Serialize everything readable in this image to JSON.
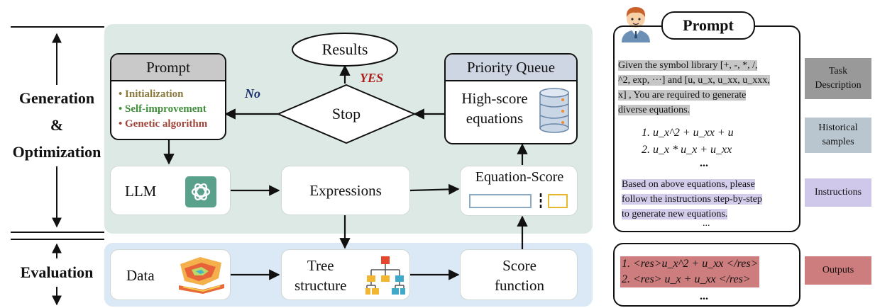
{
  "side": {
    "gen_line1": "Generation",
    "gen_amp": "&",
    "gen_line3": "Optimization",
    "eval": "Evaluation"
  },
  "flow": {
    "results": "Results",
    "yes": "YES",
    "no": "No",
    "stop": "Stop",
    "prompt_title": "Prompt",
    "bullets": [
      "Initialization",
      "Self-improvement",
      "Genetic algorithm"
    ],
    "pq_title": "Priority Queue",
    "pq_line1": "High-score",
    "pq_line2": "equations",
    "llm": "LLM",
    "expressions": "Expressions",
    "eqscore": "Equation-Score",
    "data": "Data",
    "tree_line1": "Tree",
    "tree_line2": "structure",
    "score_line1": "Score",
    "score_line2": "function"
  },
  "right": {
    "prompt_title": "Prompt",
    "task_lines": [
      "Given the symbol library [+, -, *, /,",
      "^2, exp, ···] and [u, u_x, u_xx, u_xxx,",
      "x] , You are required to generate",
      "diverse equations."
    ],
    "hist1": "1. u_x^2 + u_xx + u",
    "hist2": "2. u_x * u_x + u_xx",
    "ellipsis": "...",
    "instr_lines": [
      "Based on above equations, please",
      "follow the instructions step-by-step",
      "to generate new equations."
    ],
    "ellipsis2": "...",
    "out1": "1. <res>u_x^2 + u_xx </res>",
    "out2": "2. <res> u_x  + u_xx </res>",
    "out_ellipsis": "...",
    "tags": {
      "task1": "Task",
      "task2": "Description",
      "hist_l1": "Historical",
      "hist_l2": "samples",
      "instructions": "Instructions",
      "outputs": "Outputs"
    }
  },
  "colors": {
    "gen_panel": "#dde9e4",
    "eval_panel": "#dbe8f5",
    "yes": "#b01b1b",
    "no": "#1c2f6e",
    "init": "#8b7a3c",
    "self_improve": "#3f8f3a",
    "genetic": "#a0443a",
    "tag_task": "#999999",
    "tag_hist": "#b9c6d0",
    "tag_instr": "#cfc8ea",
    "tag_out": "#cd7d7d"
  }
}
